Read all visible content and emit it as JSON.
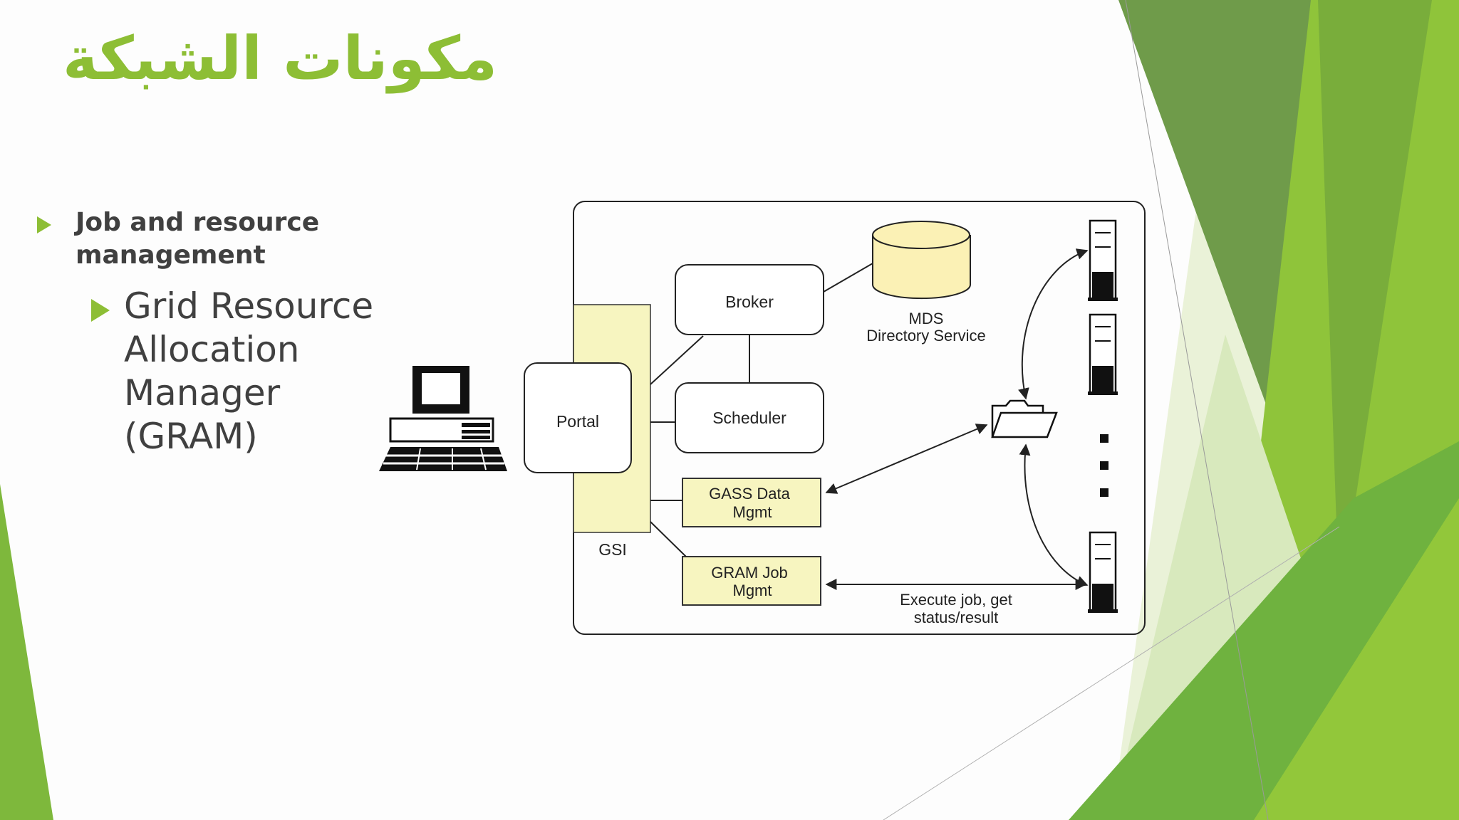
{
  "slide": {
    "title": "مكونات الشبكة",
    "bullets": [
      {
        "text": "Job and resource management",
        "sub": [
          {
            "text": "Grid Resource Allocation Manager (GRAM)"
          }
        ]
      }
    ]
  },
  "diagram": {
    "nodes": {
      "broker": "Broker",
      "scheduler": "Scheduler",
      "portal": "Portal",
      "gass": [
        "GASS Data",
        "Mgmt"
      ],
      "gram": [
        "GRAM Job",
        "Mgmt"
      ],
      "mds": [
        "MDS",
        "Directory Service"
      ],
      "gsi": "GSI"
    },
    "edge_labels": {
      "execute": [
        "Execute job, get",
        "status/result"
      ]
    },
    "icons": [
      "computer-icon",
      "folder-icon",
      "server-icon",
      "ellipsis-dots-icon"
    ]
  },
  "colors": {
    "accent": "#8dbe35",
    "highlight": "#f7f5c0",
    "cylinder": "#fbf1b5"
  }
}
